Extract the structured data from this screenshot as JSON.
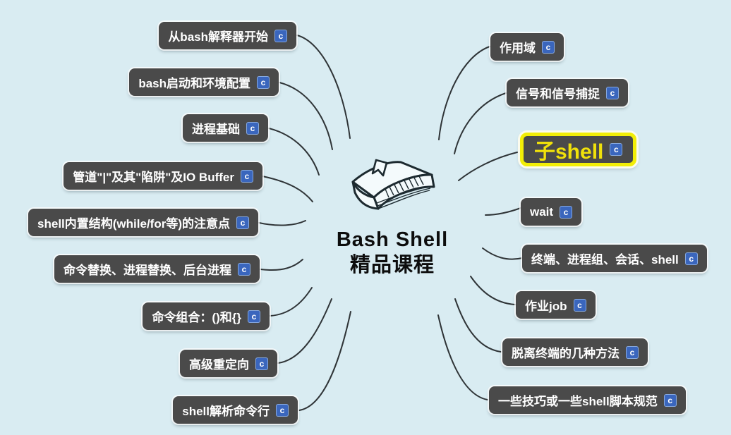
{
  "background_color": "#d9ecf2",
  "connector_color": "#2f3437",
  "node_style": {
    "bg": "#4a4a4a",
    "text_color": "#ffffff"
  },
  "badge": {
    "label": "c",
    "bg": "#3a66bd",
    "border": "#87a9de"
  },
  "highlight_style": {
    "border": "#f2ee06",
    "text_color": "#f0e10a",
    "outer_ring": "#fbfbee"
  },
  "center": {
    "icon": "book-icon",
    "title_line1": "Bash Shell",
    "title_line2": "精品课程"
  },
  "left_branches": [
    {
      "label": "从bash解释器开始"
    },
    {
      "label": "bash启动和环境配置"
    },
    {
      "label": "进程基础"
    },
    {
      "label": "管道\"|\"及其\"陷阱\"及IO Buffer"
    },
    {
      "label": "shell内置结构(while/for等)的注意点"
    },
    {
      "label": "命令替换、进程替换、后台进程"
    },
    {
      "label": "命令组合：()和{}"
    },
    {
      "label": "高级重定向"
    },
    {
      "label": "shell解析命令行"
    }
  ],
  "right_branches": [
    {
      "label": "作用域"
    },
    {
      "label": "信号和信号捕捉"
    },
    {
      "label": "子shell",
      "highlighted": true
    },
    {
      "label": "wait"
    },
    {
      "label": "终端、进程组、会话、shell"
    },
    {
      "label": "作业job"
    },
    {
      "label": "脱离终端的几种方法"
    },
    {
      "label": "一些技巧或一些shell脚本规范"
    }
  ]
}
